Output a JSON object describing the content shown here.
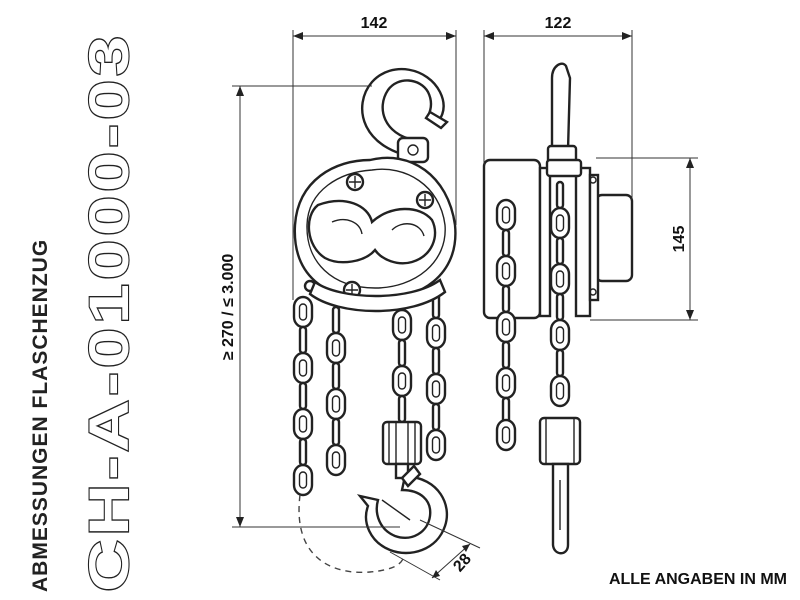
{
  "drawing": {
    "header_text": "ABMESSUNGEN FLASCHENZUG",
    "part_number": "CH-A-01000-03",
    "footer_note": "ALLE ANGABEN IN MM"
  },
  "dimensions": {
    "front_width": "142",
    "side_width": "122",
    "body_height": "145",
    "total_height": "≥ 270 / ≤ 3.000",
    "hook_opening": "28"
  }
}
